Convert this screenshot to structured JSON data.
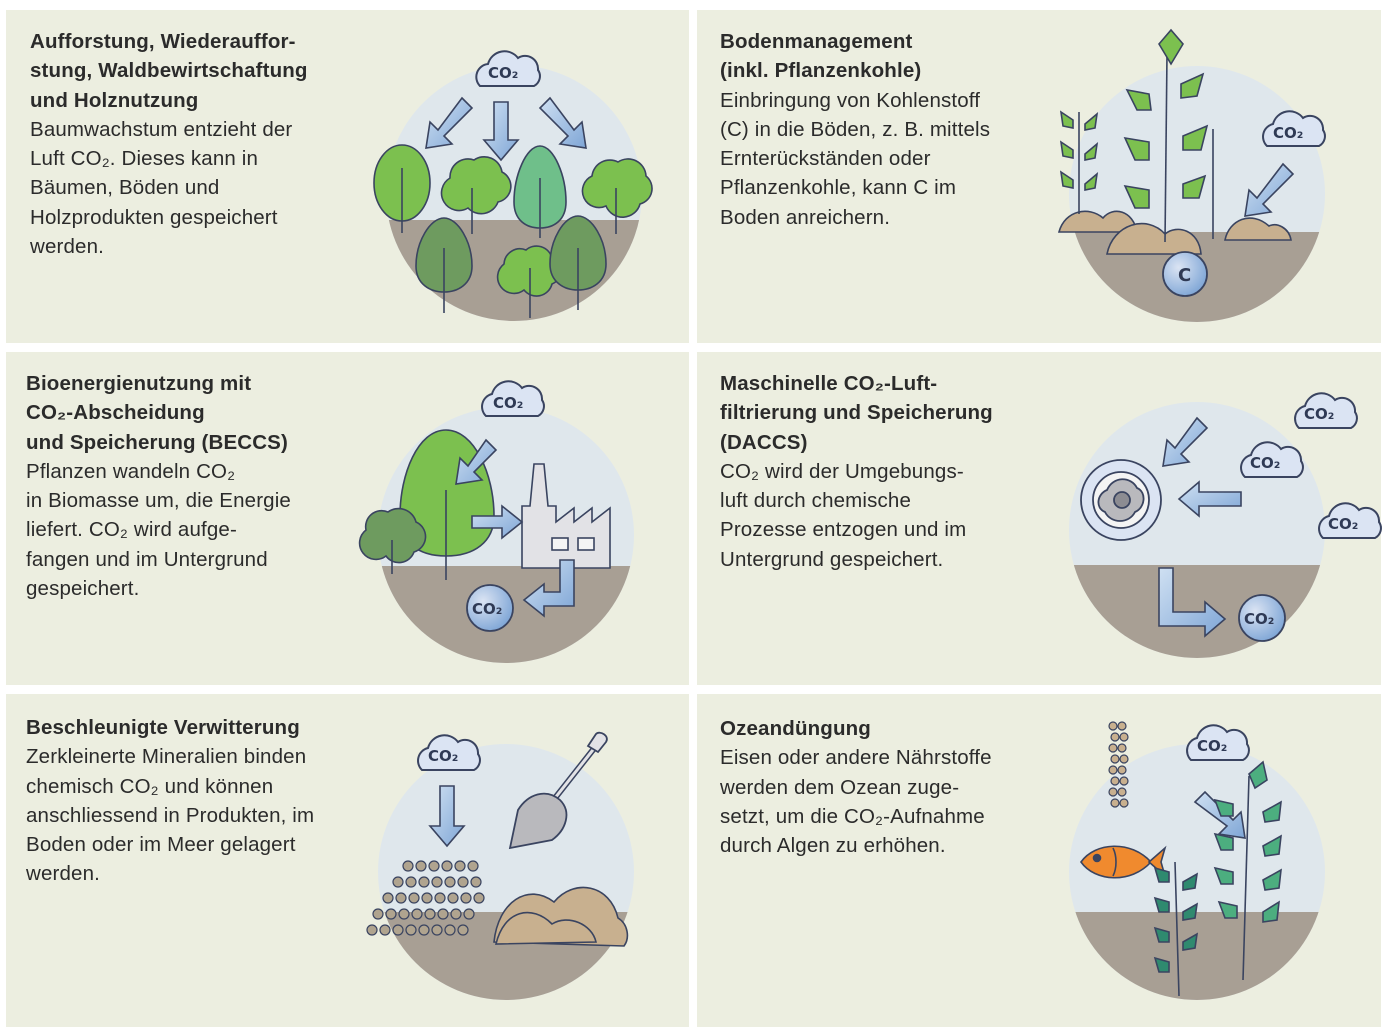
{
  "panels": [
    {
      "title": "Aufforstung, Wiederauffor-\nstung, Waldbewirtschaftung\nund Holznutzung",
      "description": "Baumwachstum entzieht der\nLuft CO₂. Dieses kann in\nBäumen, Böden und\nHolzprodukten  gespeichert\nwerden.",
      "labels": [
        "CO₂"
      ]
    },
    {
      "title": "Bodenmanagement\n(inkl. Pflanzenkohle)",
      "description": "Einbringung von Kohlenstoff\n(C) in die Böden, z. B. mittels\nErnterückständen oder\nPflanzenkohle, kann C im\nBoden anreichern.",
      "labels": [
        "CO₂",
        "C"
      ]
    },
    {
      "title": "Bioenergienutzung mit\nCO₂-Abscheidung\nund Speicherung (BECCS)",
      "description": "Pflanzen wandeln CO₂\nin Biomasse um, die Energie\nliefert. CO₂ wird aufge-\nfangen und im Untergrund\ngespeichert.",
      "labels": [
        "CO₂",
        "CO₂"
      ]
    },
    {
      "title": "Maschinelle CO₂-Luft-\nfiltrierung und Speicherung\n(DACCS)",
      "description": "CO₂ wird der Umgebungs-\nluft durch chemische\nProzesse entzogen und im\nUntergrund gespeichert.",
      "labels": [
        "CO₂",
        "CO₂",
        "CO₂",
        "CO₂"
      ]
    },
    {
      "title": "Beschleunigte Verwitterung",
      "description": "Zerkleinerte Mineralien binden\nchemisch CO₂ und können\nanschliessend in Produkten, im\nBoden oder im Meer gelagert\nwerden.",
      "labels": [
        "CO₂"
      ]
    },
    {
      "title": "Ozeandüngung",
      "description": "Eisen oder andere Nährstoffe\nwerden dem Ozean zuge-\nsetzt, um die CO₂-Aufnahme\ndurch Algen zu erhöhen.",
      "labels": [
        "CO₂"
      ]
    }
  ],
  "colors": {
    "panel_background": "#eceee0",
    "sky": "#dfe7ec",
    "soil": "#a89f94",
    "tree_green": "#7cc04f",
    "dark_tree": "#6e9b5f",
    "arrow_blue": "#8fb3dc",
    "cloud_blue": "#dbe4f3",
    "sand": "#c8b08f",
    "fish_orange": "#f08a2e",
    "algae_green": "#4cae7f"
  }
}
